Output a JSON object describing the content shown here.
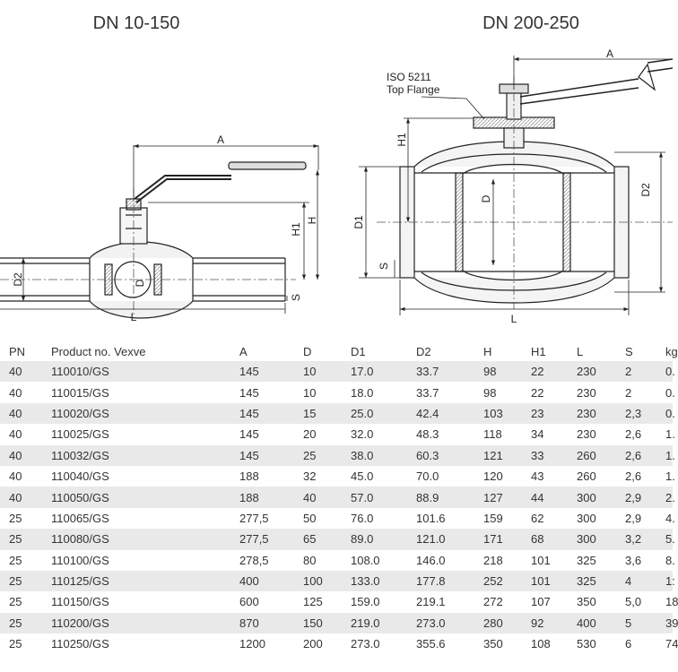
{
  "drawing": {
    "left_title": "DN 10-150",
    "right_title": "DN 200-250",
    "left_labels": {
      "a": "A",
      "h": "H",
      "h1": "H1",
      "d": "D",
      "d2": "D2",
      "s": "S",
      "l": "L"
    },
    "right_labels": {
      "a": "A",
      "iso_line1": "ISO 5211",
      "iso_line2": "Top Flange",
      "h1": "H1",
      "d": "D",
      "d1": "D1",
      "d2": "D2",
      "s": "S",
      "l": "L"
    }
  },
  "table": {
    "columns": [
      "",
      "PN",
      "Product no. Vexve",
      "A",
      "D",
      "D1",
      "D2",
      "H",
      "H1",
      "L",
      "S",
      "kg"
    ],
    "rows": [
      [
        "",
        "40",
        "110010/GS",
        "145",
        "10",
        "17.0",
        "33.7",
        "98",
        "22",
        "230",
        "2",
        "0."
      ],
      [
        "",
        "40",
        "110015/GS",
        "145",
        "10",
        "18.0",
        "33.7",
        "98",
        "22",
        "230",
        "2",
        "0."
      ],
      [
        "",
        "40",
        "110020/GS",
        "145",
        "15",
        "25.0",
        "42.4",
        "103",
        "23",
        "230",
        "2,3",
        "0."
      ],
      [
        "",
        "40",
        "110025/GS",
        "145",
        "20",
        "32.0",
        "48.3",
        "118",
        "34",
        "230",
        "2,6",
        "1."
      ],
      [
        "",
        "40",
        "110032/GS",
        "145",
        "25",
        "38.0",
        "60.3",
        "121",
        "33",
        "260",
        "2,6",
        "1."
      ],
      [
        "",
        "40",
        "110040/GS",
        "188",
        "32",
        "45.0",
        "70.0",
        "120",
        "43",
        "260",
        "2,6",
        "1."
      ],
      [
        "",
        "40",
        "110050/GS",
        "188",
        "40",
        "57.0",
        "88.9",
        "127",
        "44",
        "300",
        "2,9",
        "2."
      ],
      [
        "",
        "25",
        "110065/GS",
        "277,5",
        "50",
        "76.0",
        "101.6",
        "159",
        "62",
        "300",
        "2,9",
        "4."
      ],
      [
        "",
        "25",
        "110080/GS",
        "277,5",
        "65",
        "89.0",
        "121.0",
        "171",
        "68",
        "300",
        "3,2",
        "5."
      ],
      [
        "",
        "25",
        "110100/GS",
        "278,5",
        "80",
        "108.0",
        "146.0",
        "218",
        "101",
        "325",
        "3,6",
        "8."
      ],
      [
        "",
        "25",
        "110125/GS",
        "400",
        "100",
        "133.0",
        "177.8",
        "252",
        "101",
        "325",
        "4",
        "1:"
      ],
      [
        "",
        "25",
        "110150/GS",
        "600",
        "125",
        "159.0",
        "219.1",
        "272",
        "107",
        "350",
        "5,0",
        "18"
      ],
      [
        "",
        "25",
        "110200/GS",
        "870",
        "150",
        "219.0",
        "273.0",
        "280",
        "92",
        "400",
        "5",
        "39"
      ],
      [
        "",
        "25",
        "110250/GS",
        "1200",
        "200",
        "273.0",
        "355.6",
        "350",
        "108",
        "530",
        "6",
        "74"
      ]
    ]
  }
}
